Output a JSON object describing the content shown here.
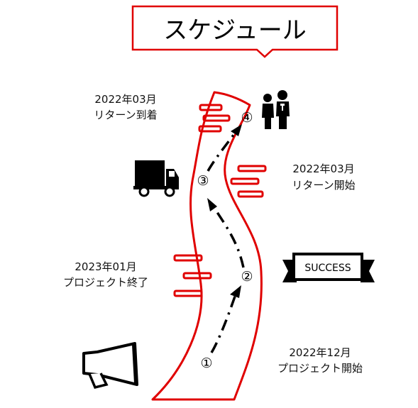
{
  "title": "スケジュール",
  "colors": {
    "accent": "#e00000",
    "ink": "#000000",
    "background": "#ffffff"
  },
  "steps": [
    {
      "marker": "①",
      "date": "2022年12月",
      "event": "プロジェクト開始"
    },
    {
      "marker": "②",
      "date": "2023年01月",
      "event": "プロジェクト終了"
    },
    {
      "marker": "③",
      "date": "2022年03月",
      "event": "リターン開始"
    },
    {
      "marker": "④",
      "date": "2022年03月",
      "event": "リターン到着"
    }
  ],
  "banner": {
    "text": "SUCCESS"
  },
  "icons": [
    "megaphone-icon",
    "truck-icon",
    "people-icon",
    "success-ribbon-icon"
  ]
}
